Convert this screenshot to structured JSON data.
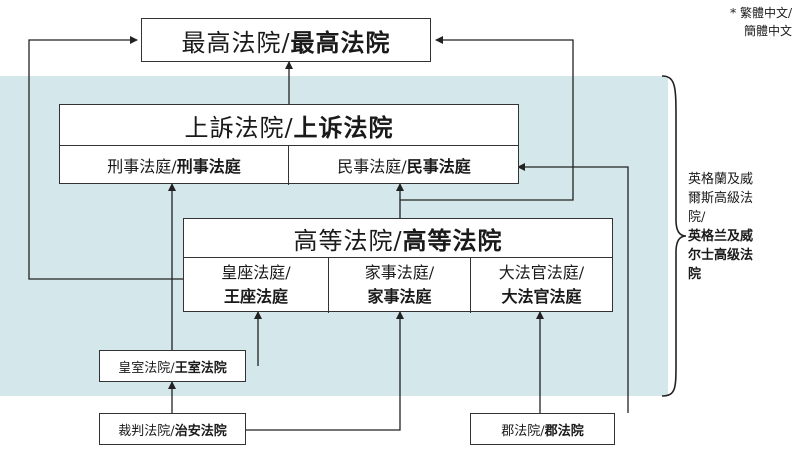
{
  "note": {
    "star": "*",
    "line1": "繁體中文/",
    "line2": "簡體中文"
  },
  "supreme_court": {
    "label_trad": "最高法院/",
    "label_simp": "最高法院"
  },
  "court_of_appeal": {
    "label_trad": "上訴法院/",
    "label_simp": "上诉法院",
    "divisions": [
      {
        "trad": "刑事法庭/",
        "simp": "刑事法庭"
      },
      {
        "trad": "民事法庭/",
        "simp": "民事法庭"
      }
    ]
  },
  "high_court": {
    "label_trad": "高等法院/",
    "label_simp": "高等法院",
    "divisions": [
      {
        "trad": "皇座法庭/",
        "simp": "王座法庭"
      },
      {
        "trad": "家事法庭/",
        "simp": "家事法庭"
      },
      {
        "trad": "大法官法庭/",
        "simp": "大法官法庭"
      }
    ]
  },
  "crown_court": {
    "trad": "皇室法院/",
    "simp": "王室法院"
  },
  "magistrates_court": {
    "trad": "裁判法院/",
    "simp": "治安法院"
  },
  "county_court": {
    "trad": "郡法院/",
    "simp": "郡法院"
  },
  "jurisdiction": {
    "line1": "英格蘭及威",
    "line2": "爾斯高級法",
    "line3": "院/",
    "line4": "英格兰及威",
    "line5": "尔士高级法",
    "line6": "院"
  },
  "colors": {
    "panel": "#d4e7ea",
    "line": "#333333"
  }
}
